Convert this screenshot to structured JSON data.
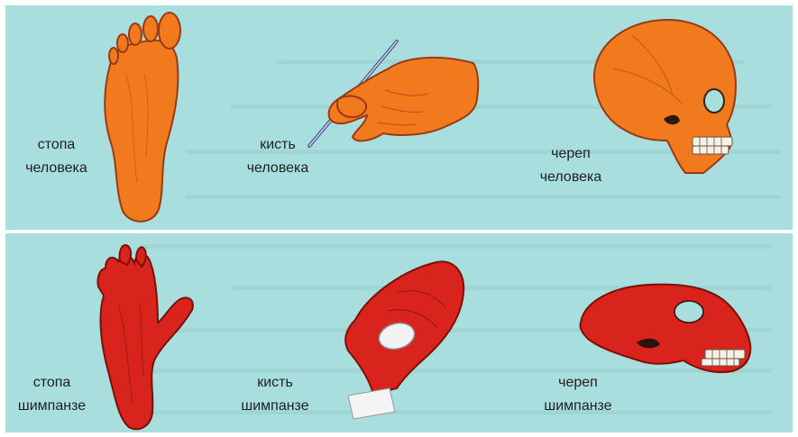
{
  "human": {
    "foot": {
      "line1": "стопа",
      "line2": "человека"
    },
    "hand": {
      "line1": "кисть",
      "line2": "человека"
    },
    "skull": {
      "line1": "череп",
      "line2": "человека"
    }
  },
  "chimpanzee": {
    "foot": {
      "line1": "стопа",
      "line2": "шимпанзе"
    },
    "hand": {
      "line1": "кисть",
      "line2": "шимпанзе"
    },
    "skull": {
      "line1": "череп",
      "line2": "шимпанзе"
    }
  },
  "colors": {
    "panel_background": "#a9dede",
    "human_fill": "#f27a1e",
    "chimp_fill": "#d8241c",
    "outline": "#8a2a10"
  },
  "icons": [
    "human-foot-icon",
    "human-hand-icon",
    "human-skull-icon",
    "chimp-foot-icon",
    "chimp-hand-icon",
    "chimp-skull-icon"
  ]
}
